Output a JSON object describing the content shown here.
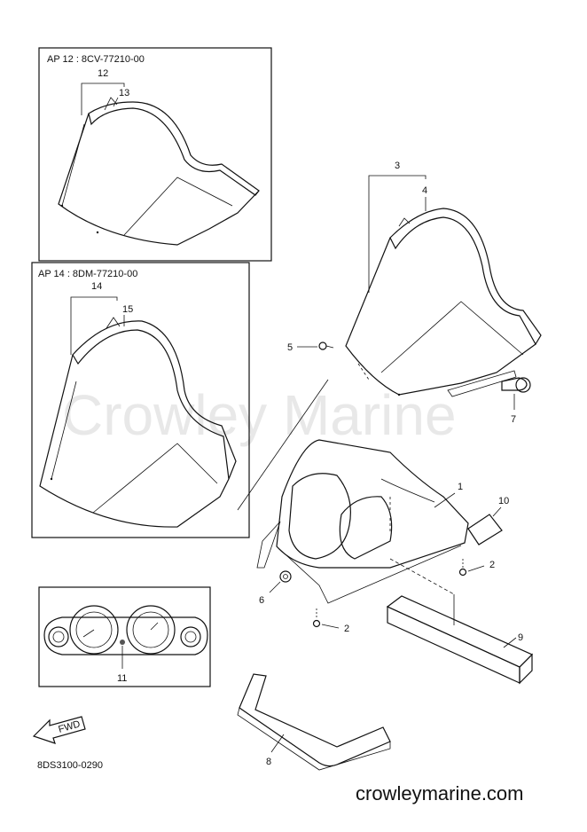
{
  "watermark": "Crowley Marine",
  "site": "crowleymarine.com",
  "diagram_code": "8DS3100-0290",
  "fwd_label": "FWD",
  "boxes": {
    "ap12": "AP  12 : 8CV-77210-00",
    "ap14": "AP  14 : 8DM-77210-00"
  },
  "callouts": {
    "c1": "1",
    "c2a": "2",
    "c2b": "2",
    "c3": "3",
    "c4": "4",
    "c5": "5",
    "c6": "6",
    "c7": "7",
    "c8": "8",
    "c9": "9",
    "c10": "10",
    "c11": "11",
    "c12": "12",
    "c13": "13",
    "c14": "14",
    "c15": "15"
  }
}
